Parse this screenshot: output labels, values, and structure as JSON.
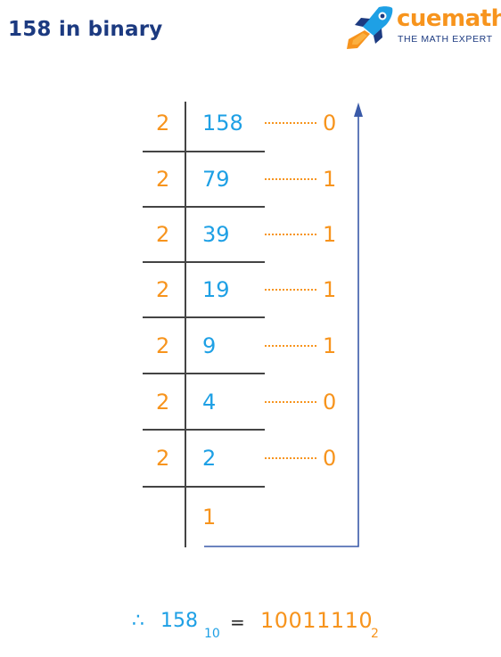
{
  "title": "158 in binary",
  "logo": {
    "word": "cuemath",
    "tagline": "THE MATH EXPERT"
  },
  "colors": {
    "title": "#1c3a80",
    "orange": "#f7941d",
    "blue": "#1ea0e5",
    "arrow": "#3a5aa8"
  },
  "division": {
    "rows": [
      {
        "divisor": "2",
        "quotient": "158",
        "remainder": "0"
      },
      {
        "divisor": "2",
        "quotient": "79",
        "remainder": "1"
      },
      {
        "divisor": "2",
        "quotient": "39",
        "remainder": "1"
      },
      {
        "divisor": "2",
        "quotient": "19",
        "remainder": "1"
      },
      {
        "divisor": "2",
        "quotient": "9",
        "remainder": "1"
      },
      {
        "divisor": "2",
        "quotient": "4",
        "remainder": "0"
      },
      {
        "divisor": "2",
        "quotient": "2",
        "remainder": "0"
      }
    ],
    "final_quotient": "1"
  },
  "result": {
    "therefore": "∴",
    "decimal": "158",
    "decimal_base": "10",
    "equals": "=",
    "binary": "10011110",
    "binary_base": "2"
  }
}
